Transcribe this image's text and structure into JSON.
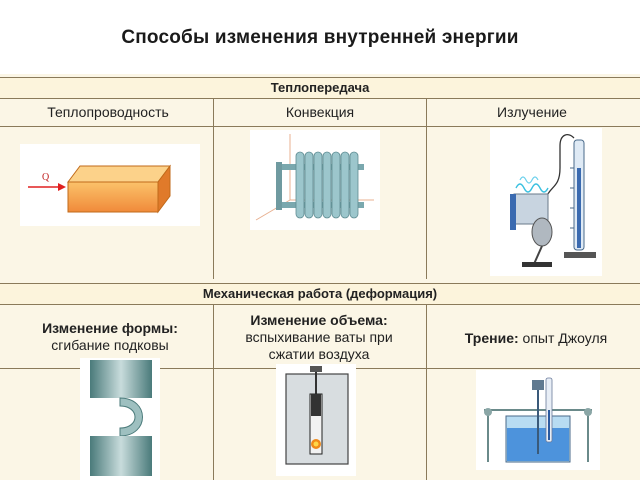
{
  "title": "Способы изменения внутренней энергии",
  "heat_transfer": {
    "header": "Теплопередача",
    "columns": [
      {
        "label": "Теплопроводность"
      },
      {
        "label": "Конвекция"
      },
      {
        "label": "Излучение"
      }
    ],
    "conduction_label": "Q"
  },
  "mechanical_work": {
    "header": "Механическая работа (деформация)",
    "items": [
      {
        "title": "Изменение формы:",
        "text": "сгибание подковы"
      },
      {
        "title": "Изменение объема:",
        "text": "вспыхивание ваты при сжатии воздуха"
      },
      {
        "title": "Трение:",
        "text": "опыт Джоуля"
      }
    ]
  },
  "colors": {
    "band_background": "#fcf4dc",
    "table_background": "#fbf6e6",
    "border": "#8a7a5a",
    "heated_block": "#f7a64a",
    "arrow": "#e02020",
    "radiator": "#8fbcc2",
    "water": "#3a86d8"
  }
}
